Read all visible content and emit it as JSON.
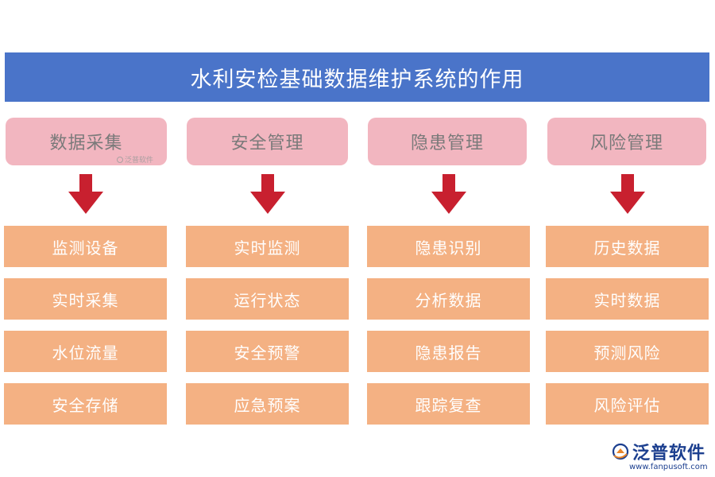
{
  "title": "水利安检基础数据维护系统的作用",
  "colors": {
    "title_bg": "#4a74c9",
    "category_bg": "#f2b6c0",
    "category_text": "#7a7a7a",
    "arrow": "#c8202f",
    "item_bg": "#f4b183",
    "item_text": "#ffffff"
  },
  "columns": [
    {
      "category": "数据采集",
      "items": [
        "监测设备",
        "实时采集",
        "水位流量",
        "安全存储"
      ]
    },
    {
      "category": "安全管理",
      "items": [
        "实时监测",
        "运行状态",
        "安全预警",
        "应急预案"
      ]
    },
    {
      "category": "隐患管理",
      "items": [
        "隐患识别",
        "分析数据",
        "隐患报告",
        "跟踪复查"
      ]
    },
    {
      "category": "风险管理",
      "items": [
        "历史数据",
        "实时数据",
        "预测风险",
        "风险评估"
      ]
    }
  ],
  "watermark": {
    "small_text": "泛普软件"
  },
  "logo": {
    "name": "泛普软件",
    "url": "www.fanpusoft.com",
    "icon": "fanpu-logo-icon"
  }
}
